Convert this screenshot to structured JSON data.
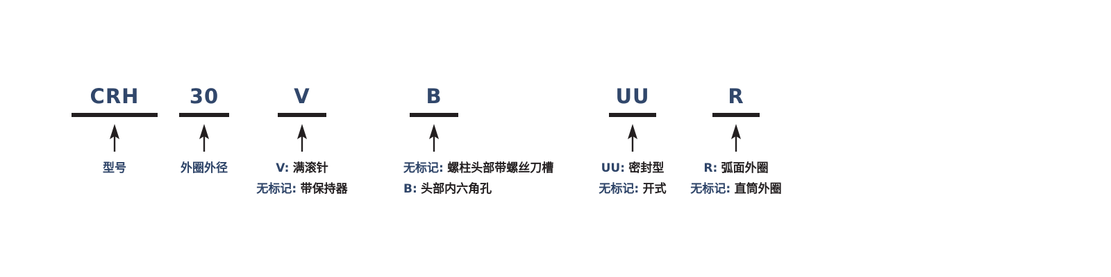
{
  "diagram": {
    "title": "CRH 30 V B UU R",
    "colors": {
      "code_blue": "#31476b",
      "key_blue": "#2e4468",
      "ink_black": "#231f20",
      "background": "#ffffff"
    },
    "segments": [
      {
        "code": "CRH",
        "label_style": "plain",
        "lines": [
          {
            "key": "",
            "value": "型号"
          }
        ]
      },
      {
        "code": "30",
        "label_style": "plain",
        "lines": [
          {
            "key": "",
            "value": "外圈外径"
          }
        ]
      },
      {
        "code": "V",
        "label_style": "keyed",
        "lines": [
          {
            "key": "V:",
            "value": "满滚针"
          },
          {
            "key": "无标记:",
            "value": "带保持器"
          }
        ]
      },
      {
        "code": "B",
        "label_style": "keyed",
        "lines": [
          {
            "key": "无标记:",
            "value": "螺柱头部带螺丝刀槽"
          },
          {
            "key": "B:",
            "value": "头部内六角孔"
          }
        ]
      },
      {
        "code": "UU",
        "label_style": "keyed",
        "lines": [
          {
            "key": "UU:",
            "value": "密封型"
          },
          {
            "key": "无标记:",
            "value": "开式"
          }
        ]
      },
      {
        "code": "R",
        "label_style": "keyed",
        "lines": [
          {
            "key": "R:",
            "value": "弧面外圈"
          },
          {
            "key": "无标记:",
            "value": "直筒外圈"
          }
        ]
      }
    ]
  }
}
